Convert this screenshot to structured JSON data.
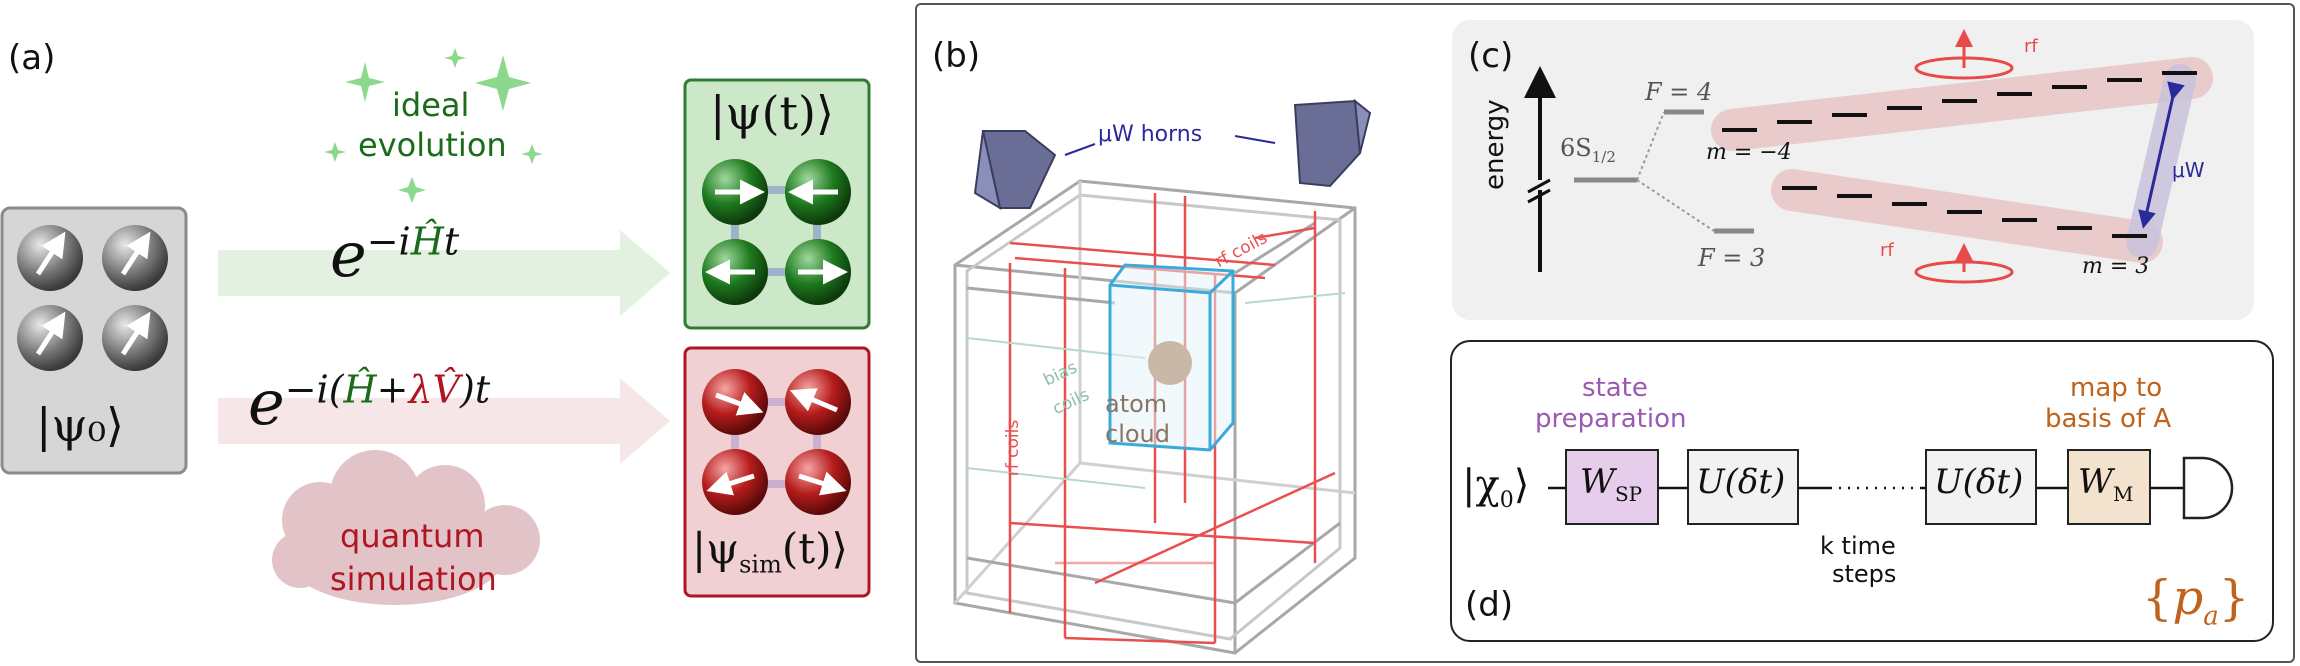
{
  "panel_a": {
    "label": "(a)",
    "initial_state": "|ψ₀⟩",
    "ideal_text_1": "ideal",
    "ideal_text_2": "evolution",
    "ideal_operator": "e^{-iĤt}",
    "ideal_state": "|ψ(t)⟩",
    "sim_operator": "e^{-i(Ĥ+λV̂)t}",
    "sim_state": "|ψsim(t)⟩",
    "sim_text_1": "quantum",
    "sim_text_2": "simulation"
  },
  "panel_b": {
    "label": "(b)",
    "horns": "μW horns",
    "rf_coils_top": "rf coils",
    "rf_coils_left": "rf coils",
    "bias_1": "bias",
    "bias_2": "coils",
    "atom_1": "atom",
    "atom_2": "cloud"
  },
  "panel_c": {
    "label": "(c)",
    "energy": "energy",
    "ground": "6S1/2",
    "f4": "F = 4",
    "f3": "F = 3",
    "m_minus4": "m = −4",
    "m_3": "m = 3",
    "rf_top": "rf",
    "rf_bottom": "rf",
    "uw": "μW"
  },
  "panel_d": {
    "label": "(d)",
    "state_prep_1": "state",
    "state_prep_2": "preparation",
    "map_1": "map to",
    "map_2": "basis of A",
    "input_state": "|χ0⟩",
    "wsp": "WSP",
    "u1": "U(δt)",
    "u2": "U(δt)",
    "wm": "WM",
    "steps_1": "k time",
    "steps_2": "steps",
    "outcome": "{pa}"
  },
  "colors": {
    "green": "#1a6b1a",
    "red": "#b01622",
    "purple": "#9b59b6",
    "orange": "#c0621a",
    "rf": "#e84a4a",
    "uw": "#2a2a9a"
  }
}
